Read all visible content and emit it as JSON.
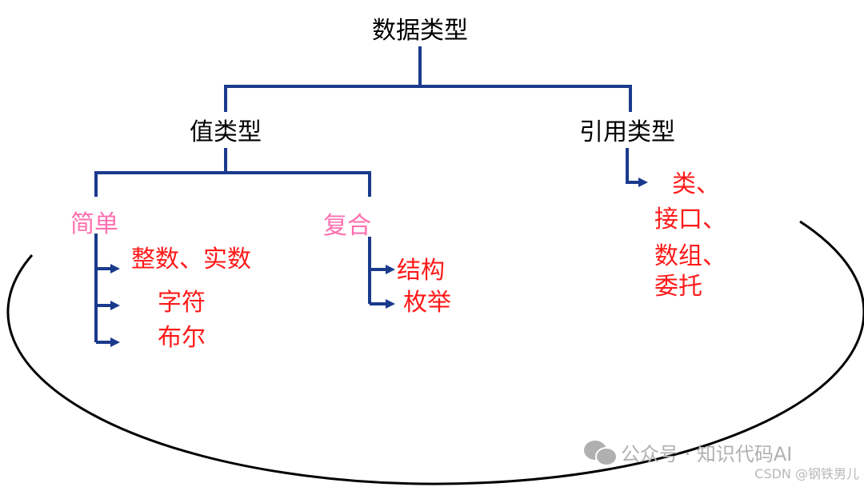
{
  "colors": {
    "line": "#1a3a8c",
    "category": "#ff6fb0",
    "leaf": "#ff1a1a"
  },
  "root": "数据类型",
  "value_type": {
    "label": "值类型",
    "simple": {
      "label": "简单",
      "items": [
        "整数、实数",
        "字符",
        "布尔"
      ]
    },
    "composite": {
      "label": "复合",
      "items": [
        "结构",
        "枚举"
      ]
    }
  },
  "reference_type": {
    "label": "引用类型",
    "items": [
      "类、",
      "接口、",
      "数组、",
      "委托"
    ]
  },
  "watermark": {
    "main": "公众号 · 知识代码AI",
    "sub": "CSDN @钢铁男儿",
    "icon": "wechat-icon"
  }
}
